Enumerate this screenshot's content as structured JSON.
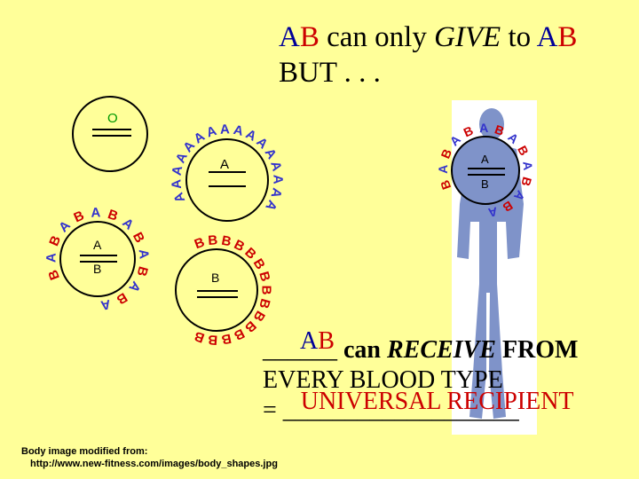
{
  "title": {
    "line1_a": "A",
    "line1_b": "B",
    "line1_mid1": " can only ",
    "line1_give": "GIVE",
    "line1_mid2": " to ",
    "line1_a2": "A",
    "line1_b2": "B",
    "line2": "BUT . . ."
  },
  "statement": {
    "blank1_line": "______",
    "blank1_answer": "AB",
    "rest1_pre": " can ",
    "rest1_receive": "RECEIVE",
    "rest1_post": " FROM",
    "line2": "EVERY BLOOD TYPE",
    "line3_prefix": "= ",
    "blank2_line": "___________________",
    "blank2_answer": "UNIVERSAL RECIPIENT"
  },
  "cells": {
    "o_label": "O",
    "a_label": "A",
    "b_label": "B",
    "ab_label_a": "A",
    "ab_label_b": "B",
    "body_label_a": "A",
    "body_label_b": "B",
    "antibody_a": "A",
    "antibody_b": "B"
  },
  "colors": {
    "background": "#ffff99",
    "antibody_a": "#3333cc",
    "antibody_b": "#cc0000",
    "o_label": "#009900",
    "body": "#7f93c9"
  },
  "credit": {
    "line1": "Body image modified from:",
    "line2": "http://www.new-fitness.com/images/body_shapes.jpg"
  }
}
